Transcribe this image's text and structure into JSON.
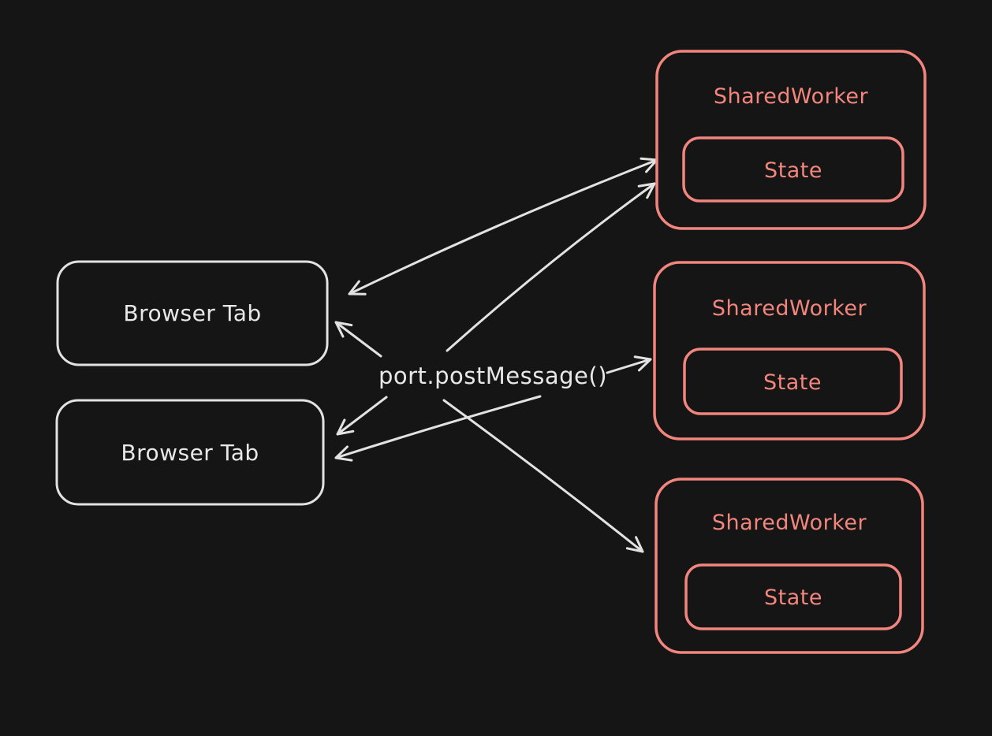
{
  "diagram": {
    "type": "excalidraw-style-architecture-diagram",
    "background_color": "#151515",
    "stroke_light_color": "#e2e2e2",
    "accent_color": "#f2857d",
    "center_label": "port.postMessage()",
    "nodes": {
      "browser_tab_1": {
        "label": "Browser Tab"
      },
      "browser_tab_2": {
        "label": "Browser Tab"
      },
      "shared_worker_1": {
        "label": "SharedWorker",
        "state": "State"
      },
      "shared_worker_2": {
        "label": "SharedWorker",
        "state": "State"
      },
      "shared_worker_3": {
        "label": "SharedWorker",
        "state": "State"
      }
    },
    "edges": [
      {
        "from": "browser_tab_1",
        "to": "shared_worker_1",
        "bidirectional": true
      },
      {
        "from": "center_label",
        "to": "shared_worker_1",
        "bidirectional": false
      },
      {
        "from": "center_label",
        "to": "shared_worker_2",
        "bidirectional": false
      },
      {
        "from": "center_label",
        "to": "shared_worker_3",
        "bidirectional": false
      },
      {
        "from": "center_label",
        "to": "browser_tab_1",
        "bidirectional": false
      },
      {
        "from": "center_label",
        "to": "browser_tab_2",
        "bidirectional": false
      },
      {
        "from": "center_label",
        "to": "browser_tab_2",
        "bidirectional": false
      }
    ]
  }
}
